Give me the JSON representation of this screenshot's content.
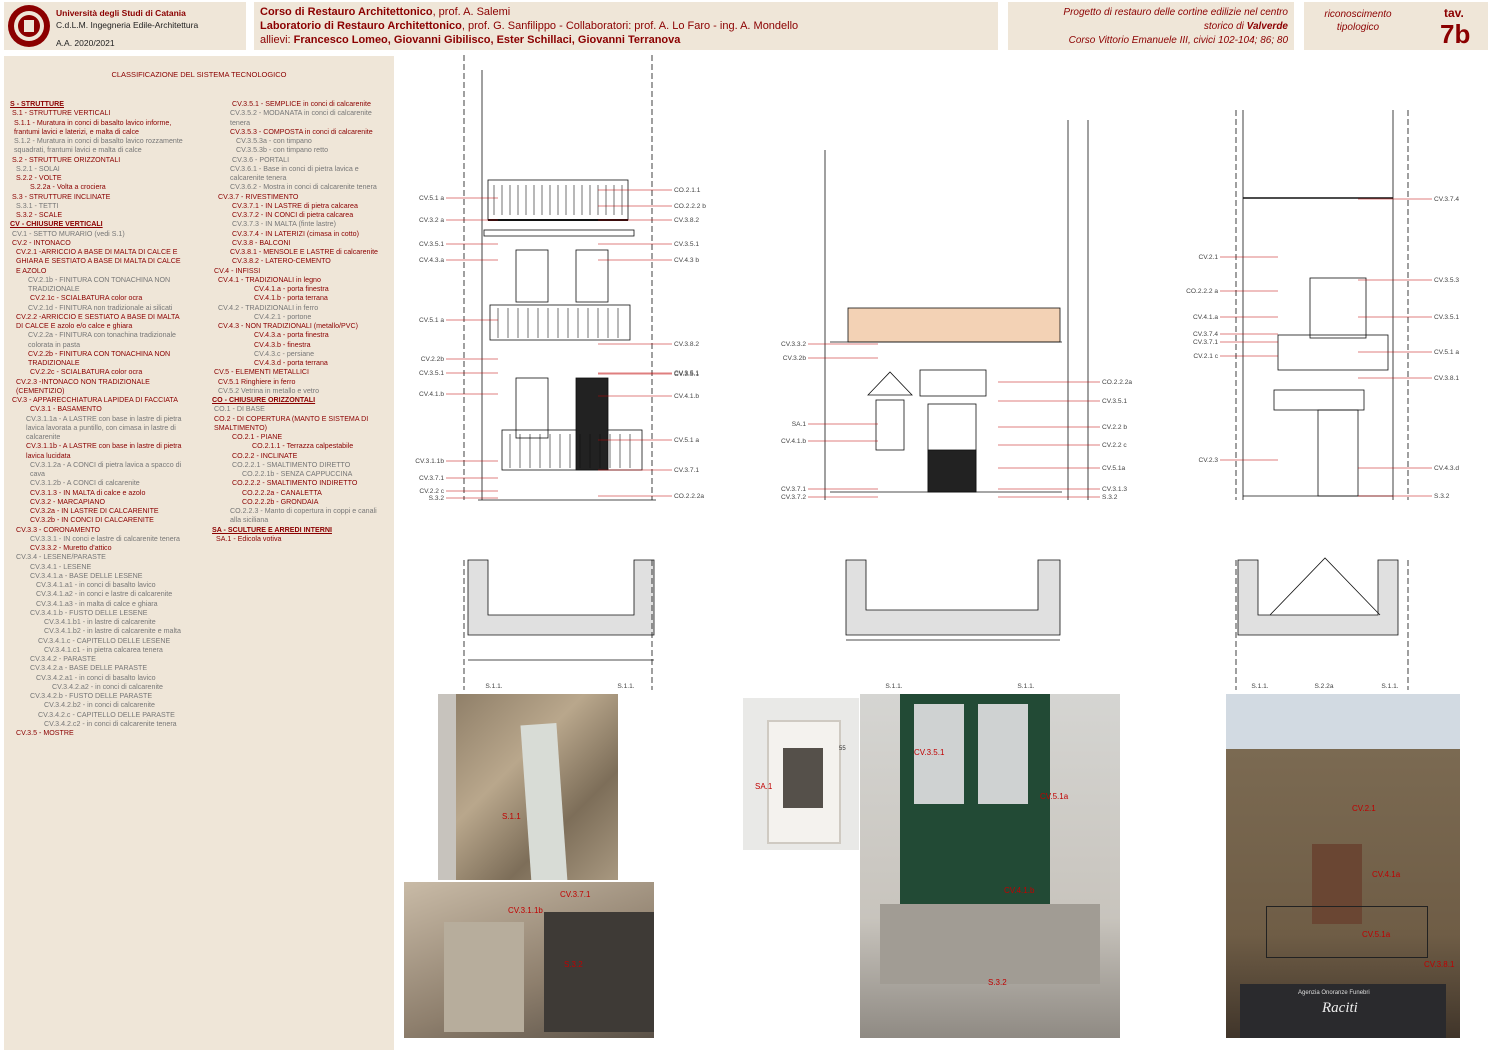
{
  "header": {
    "university": "Università degli Studi di Catania",
    "degree": "C.d.L.M. Ingegneria Edile-Architettura",
    "year": "A.A. 2020/2021",
    "course1_pre": "Corso di Restauro Architettonico",
    "course1_prof": ", prof. A. Salemi",
    "course2_pre": "Laboratorio di Restauro Architettonico",
    "course2_rest": ", prof. G. Sanfilippo - Collaboratori: prof. A. Lo Faro - ing. A. Mondello",
    "students_label": "allievi:",
    "students": "Francesco Lomeo, Giovanni Gibilisco, Ester Schillaci, Giovanni Terranova",
    "project_line1": "Progetto di restauro delle cortine edilizie nel centro",
    "project_line2_pre": "storico di ",
    "project_line2_town": "Valverde",
    "project_line3": "Corso Vittorio Emanuele III, civici 102-104; 86; 80",
    "section_title": "riconoscimento tipologico",
    "tav_label": "tav.",
    "tav_number": "7b"
  },
  "legend": {
    "title": "CLASSIFICAZIONE DEL SISTEMA TECNOLOGICO",
    "col1": [
      {
        "t": "S - STRUTTURE",
        "c": "lvl0",
        "i": 0
      },
      {
        "t": "S.1 - STRUTTURE VERTICALI",
        "c": "lvl1",
        "i": 2
      },
      {
        "t": "S.1.1 - Muratura in conci di basalto lavico informe, frantumi lavici e laterizi, e malta di calce",
        "c": "lvl1",
        "i": 4
      },
      {
        "t": "S.1.2 - Muratura in conci di basalto lavico rozzamente squadrati, frantumi lavici e malta di calce",
        "c": "lvl2",
        "i": 4
      },
      {
        "t": "S.2 - STRUTTURE ORIZZONTALI",
        "c": "lvl1",
        "i": 2
      },
      {
        "t": "S.2.1 - SOLAI",
        "c": "lvl2",
        "i": 6
      },
      {
        "t": "S.2.2 - VOLTE",
        "c": "lvl1",
        "i": 6
      },
      {
        "t": "S.2.2a - Volta a crociera",
        "c": "lvl1",
        "i": 20
      },
      {
        "t": "S.3 - STRUTTURE INCLINATE",
        "c": "lvl1",
        "i": 2
      },
      {
        "t": "S.3.1 - TETTI",
        "c": "lvl2",
        "i": 6
      },
      {
        "t": "S.3.2 - SCALE",
        "c": "lvl1",
        "i": 6
      },
      {
        "t": "CV - CHIUSURE VERTICALI",
        "c": "lvl0",
        "i": 0
      },
      {
        "t": "CV.1 - SETTO MURARIO (vedi S.1)",
        "c": "lvl2",
        "i": 2
      },
      {
        "t": "CV.2 - INTONACO",
        "c": "lvl1",
        "i": 2
      },
      {
        "t": "CV.2.1 -ARRICCIO A BASE DI MALTA DI CALCE E GHIARA E SESTIATO A BASE DI MALTA DI CALCE E AZOLO",
        "c": "lvl1",
        "i": 6
      },
      {
        "t": "CV.2.1b - FINITURA CON TONACHINA NON TRADIZIONALE",
        "c": "lvl2",
        "i": 18
      },
      {
        "t": "CV.2.1c - SCIALBATURA color ocra",
        "c": "lvl1",
        "i": 20
      },
      {
        "t": "CV.2.1d - FINITURA non tradizionale ai silicati",
        "c": "lvl2",
        "i": 18
      },
      {
        "t": "CV.2.2 -ARRICCIO E SESTIATO A BASE DI MALTA DI CALCE E azolo e/o calce e ghiara",
        "c": "lvl1",
        "i": 6
      },
      {
        "t": "CV.2.2a - FINITURA con tonachina tradizionale colorata in pasta",
        "c": "lvl2",
        "i": 18
      },
      {
        "t": "CV.2.2b - FINITURA CON TONACHINA NON TRADIZIONALE",
        "c": "lvl1",
        "i": 18
      },
      {
        "t": "CV.2.2c - SCIALBATURA color ocra",
        "c": "lvl1",
        "i": 20
      },
      {
        "t": "CV.2.3 -INTONACO NON TRADIZIONALE (CEMENTIZIO)",
        "c": "lvl1",
        "i": 6
      },
      {
        "t": "CV.3 - APPARECCHIATURA LAPIDEA DI FACCIATA",
        "c": "lvl1",
        "i": 2
      },
      {
        "t": "CV.3.1 - BASAMENTO",
        "c": "lvl1",
        "i": 20
      },
      {
        "t": "CV.3.1.1a - A LASTRE con base in lastre di pietra lavica lavorata a puntillo, con cimasa in lastre di calcarenite",
        "c": "lvl2",
        "i": 16
      },
      {
        "t": "CV.3.1.1b - A LASTRE con base in lastre di pietra lavica lucidata",
        "c": "lvl1",
        "i": 16
      },
      {
        "t": "CV.3.1.2a - A CONCI di pietra lavica a spacco di cava",
        "c": "lvl2",
        "i": 20
      },
      {
        "t": "CV.3.1.2b - A CONCI di calcarenite",
        "c": "lvl2",
        "i": 20
      },
      {
        "t": "CV.3.1.3 - IN MALTA di calce e azolo",
        "c": "lvl1",
        "i": 20
      },
      {
        "t": "CV.3.2 - MARCAPIANO",
        "c": "lvl1",
        "i": 20
      },
      {
        "t": "CV.3.2a - IN LASTRE DI CALCARENITE",
        "c": "lvl1",
        "i": 20
      },
      {
        "t": "CV.3.2b - IN CONCI DI CALCARENITE",
        "c": "lvl1",
        "i": 20
      },
      {
        "t": "CV.3.3 - CORONAMENTO",
        "c": "lvl1",
        "i": 6
      },
      {
        "t": "CV.3.3.1 - IN conci e lastre di calcarenite tenera",
        "c": "lvl2",
        "i": 20
      },
      {
        "t": "CV.3.3.2 - Muretto d'attico",
        "c": "lvl1",
        "i": 20
      },
      {
        "t": "CV.3.4 - LESENE/PARASTE",
        "c": "lvl2",
        "i": 6
      },
      {
        "t": "CV.3.4.1 - LESENE",
        "c": "lvl2",
        "i": 20
      },
      {
        "t": "CV.3.4.1.a - BASE DELLE LESENE",
        "c": "lvl2",
        "i": 20
      },
      {
        "t": "CV.3.4.1.a1 - in conci di basalto lavico",
        "c": "lvl2",
        "i": 26
      },
      {
        "t": "CV.3.4.1.a2 - in conci e lastre di calcarenite",
        "c": "lvl2",
        "i": 26
      },
      {
        "t": "CV.3.4.1.a3 - in malta di calce e ghiara",
        "c": "lvl2",
        "i": 26
      },
      {
        "t": "CV.3.4.1.b - FUSTO DELLE LESENE",
        "c": "lvl2",
        "i": 20
      },
      {
        "t": "CV.3.4.1.b1 - in lastre di calcarenite",
        "c": "lvl2",
        "i": 34
      },
      {
        "t": "CV.3.4.1.b2 - in lastre di calcarenite e malta",
        "c": "lvl2",
        "i": 34
      },
      {
        "t": "CV.3.4.1.c - CAPITELLO DELLE LESENE",
        "c": "lvl2",
        "i": 28
      },
      {
        "t": "CV.3.4.1.c1 - in pietra calcarea tenera",
        "c": "lvl2",
        "i": 34
      },
      {
        "t": "CV.3.4.2 - PARASTE",
        "c": "lvl2",
        "i": 20
      },
      {
        "t": "CV.3.4.2.a - BASE DELLE PARASTE",
        "c": "lvl2",
        "i": 20
      },
      {
        "t": "CV.3.4.2.a1 - in conci di basalto lavico",
        "c": "lvl2",
        "i": 26
      },
      {
        "t": "CV.3.4.2.a2 - in conci di calcarenite",
        "c": "lvl2",
        "i": 42
      },
      {
        "t": "CV.3.4.2.b - FUSTO DELLE PARASTE",
        "c": "lvl2",
        "i": 20
      },
      {
        "t": "CV.3.4.2.b2 - in conci di calcarenite",
        "c": "lvl2",
        "i": 34
      },
      {
        "t": "CV.3.4.2.c - CAPITELLO DELLE PARASTE",
        "c": "lvl2",
        "i": 28
      },
      {
        "t": "CV.3.4.2.c2 - in conci di calcarenite tenera",
        "c": "lvl2",
        "i": 34
      },
      {
        "t": "CV.3.5 - MOSTRE",
        "c": "lvl1",
        "i": 6
      }
    ],
    "col2": [
      {
        "t": "CV.3.5.1 - SEMPLICE in conci di calcarenite",
        "c": "lvl1",
        "i": 20
      },
      {
        "t": "CV.3.5.2 - MODANATA in conci di calcarenite tenera",
        "c": "lvl2",
        "i": 18
      },
      {
        "t": "CV.3.5.3 - COMPOSTA in conci di calcarenite",
        "c": "lvl1",
        "i": 18
      },
      {
        "t": "CV.3.5.3a - con timpano",
        "c": "lvl2",
        "i": 24
      },
      {
        "t": "CV.3.5.3b - con timpano retto",
        "c": "lvl2",
        "i": 24
      },
      {
        "t": "CV.3.6 - PORTALI",
        "c": "lvl2",
        "i": 20
      },
      {
        "t": "CV.3.6.1 - Base in conci di pietra lavica e calcarenite tenera",
        "c": "lvl2",
        "i": 18
      },
      {
        "t": "CV.3.6.2 - Mostra in conci di calcarenite tenera",
        "c": "lvl2",
        "i": 18
      },
      {
        "t": "CV.3.7 - RIVESTIMENTO",
        "c": "lvl1",
        "i": 6
      },
      {
        "t": "CV.3.7.1 - IN LASTRE di pietra calcarea",
        "c": "lvl1",
        "i": 20
      },
      {
        "t": "CV.3.7.2 - IN CONCI di pietra calcarea",
        "c": "lvl1",
        "i": 20
      },
      {
        "t": "CV.3.7.3 - IN MALTA (finte lastre)",
        "c": "lvl2",
        "i": 20
      },
      {
        "t": "CV.3.7.4 - IN LATERIZI (cimasa in cotto)",
        "c": "lvl1",
        "i": 20
      },
      {
        "t": "CV.3.8 - BALCONI",
        "c": "lvl1",
        "i": 20
      },
      {
        "t": "CV.3.8.1 - MENSOLE E LASTRE di calcarenite",
        "c": "lvl1",
        "i": 18
      },
      {
        "t": "CV.3.8.2 - LATERO-CEMENTO",
        "c": "lvl1",
        "i": 20
      },
      {
        "t": "CV.4 - INFISSI",
        "c": "lvl1",
        "i": 2
      },
      {
        "t": "CV.4.1 - TRADIZIONALI in legno",
        "c": "lvl1",
        "i": 6
      },
      {
        "t": "CV.4.1.a - porta finestra",
        "c": "lvl1",
        "i": 42
      },
      {
        "t": "CV.4.1.b - porta terrana",
        "c": "lvl1",
        "i": 42
      },
      {
        "t": "CV.4.2 - TRADIZIONALI in ferro",
        "c": "lvl2",
        "i": 6
      },
      {
        "t": "CV.4.2.1 - portone",
        "c": "lvl2",
        "i": 42
      },
      {
        "t": "CV.4.3 - NON TRADIZIONALI (metallo/PVC)",
        "c": "lvl1",
        "i": 6
      },
      {
        "t": "CV.4.3.a - porta finestra",
        "c": "lvl1",
        "i": 42
      },
      {
        "t": "CV.4.3.b - finestra",
        "c": "lvl1",
        "i": 42
      },
      {
        "t": "CV.4.3.c - persiane",
        "c": "lvl2",
        "i": 42
      },
      {
        "t": "CV.4.3.d - porta terrana",
        "c": "lvl1",
        "i": 42
      },
      {
        "t": "CV.5 - ELEMENTI METALLICI",
        "c": "lvl1",
        "i": 2
      },
      {
        "t": "CV.5.1 Ringhiere in ferro",
        "c": "lvl1",
        "i": 6
      },
      {
        "t": "CV.5.2 Vetrina in metallo e vetro",
        "c": "lvl2",
        "i": 6
      },
      {
        "t": "CO - CHIUSURE ORIZZONTALI",
        "c": "lvl0",
        "i": 0
      },
      {
        "t": "CO.1 - DI BASE",
        "c": "lvl2",
        "i": 2
      },
      {
        "t": "CO.2 - DI COPERTURA (MANTO E SISTEMA DI SMALTIMENTO)",
        "c": "lvl1",
        "i": 2
      },
      {
        "t": "CO.2.1 - PIANE",
        "c": "lvl1",
        "i": 20
      },
      {
        "t": "CO.2.1.1 - Terrazza calpestabile",
        "c": "lvl1",
        "i": 40
      },
      {
        "t": "CO.2.2 - INCLINATE",
        "c": "lvl1",
        "i": 20
      },
      {
        "t": "CO.2.2.1 - SMALTIMENTO DIRETTO",
        "c": "lvl2",
        "i": 20
      },
      {
        "t": "CO.2.2.1b - SENZA CAPPUCCINA",
        "c": "lvl2",
        "i": 30
      },
      {
        "t": "CO.2.2.2 - SMALTIMENTO INDIRETTO",
        "c": "lvl1",
        "i": 20
      },
      {
        "t": "CO.2.2.2a - CANALETTA",
        "c": "lvl1",
        "i": 30
      },
      {
        "t": "CO.2.2.2b - GRONDAIA",
        "c": "lvl1",
        "i": 30
      },
      {
        "t": "CO.2.2.3 - Manto di copertura in coppi e canali alla siciliana",
        "c": "lvl2",
        "i": 18
      },
      {
        "t": "SA - SCULTURE E ARREDI INTERNI",
        "c": "lvl0",
        "i": 0
      },
      {
        "t": "SA.1 - Edicola votiva",
        "c": "lvl1",
        "i": 4
      }
    ]
  },
  "drawings": {
    "elev1_left": [
      "CV.5.1 a",
      "CV.3.2 a",
      "CV.3.5.1",
      "CV.4.3.a",
      "CV.5.1 a",
      "CV.2.2b",
      "CV.3.5.1",
      "CV.4.1.b",
      "CV.3.1.1b",
      "CV.3.7.1",
      "CV.2.2 c",
      "S.3.2"
    ],
    "elev1_right": [
      "CO.2.1.1",
      "CO.2.2.2 b",
      "CV.3.8.2",
      "CV.3.5.1",
      "CV.4.3 b",
      "CV.3.5.1",
      "CV.3.8.2",
      "CV.3.5.1",
      "CV.4.1.b",
      "CV.5.1 a",
      "CV.3.7.1",
      "CO.2.2.2a"
    ],
    "elev2_left": [
      "CV.3.3.2",
      "CV.3.2b",
      "SA.1",
      "CV.4.1.b",
      "CV.3.7.1",
      "CV.3.7.2"
    ],
    "elev2_right": [
      "CO.2.2.2a",
      "CV.3.5.1",
      "CV.2.2 b",
      "CV.2.2 c",
      "CV.5.1a",
      "CV.3.1.3",
      "S.3.2"
    ],
    "elev3_left": [
      "CV.2.1",
      "CO.2.2.2 a",
      "CV.4.1.a",
      "CV.3.7.4",
      "CV.3.7.1",
      "CV.2.1 c",
      "CV.2.3"
    ],
    "elev3_right": [
      "CV.3.7.4",
      "CV.3.5.3",
      "CV.3.5.1",
      "CV.5.1 a",
      "CV.3.8.1",
      "CV.4.3.d",
      "S.3.2"
    ],
    "plan1": [
      "S.1.1.",
      "S.1.1."
    ],
    "plan2": [
      "S.1.1.",
      "S.1.1."
    ],
    "plan3": [
      "S.1.1.",
      "S.2.2a",
      "S.1.1."
    ]
  },
  "photos": {
    "p1": [
      "S.1.1"
    ],
    "p2": [
      "CV.3.1.1b",
      "CV.3.7.1",
      "S.3.2"
    ],
    "p3": [
      "SA.1",
      "55"
    ],
    "p4": [
      "CV.3.5.1",
      "CV.5.1a",
      "CV.4.1.b",
      "S.3.2"
    ],
    "p5": [
      "CV.2.1",
      "CV.4.1a",
      "CV.5.1a",
      "CV.3.8.1"
    ],
    "p5_sign": [
      "Agenzia Onoranze Funebri",
      "Raciti"
    ]
  }
}
